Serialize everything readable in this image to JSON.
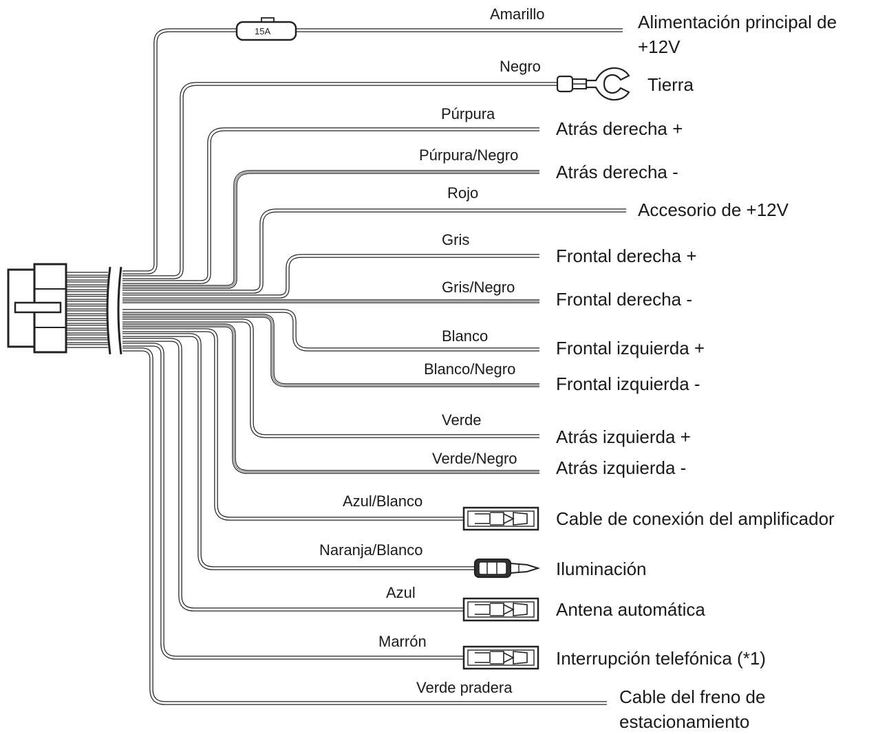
{
  "fuse_rating": "15A",
  "wires": [
    {
      "id": "amarillo",
      "color_label": "Amarillo",
      "function": "Alimentación principal de +12V",
      "end": "fuse-open"
    },
    {
      "id": "negro",
      "color_label": "Negro",
      "function": "Tierra",
      "end": "ring-terminal"
    },
    {
      "id": "purpura",
      "color_label": "Púrpura",
      "function": "Atrás derecha +",
      "end": "open"
    },
    {
      "id": "purpura-negro",
      "color_label": "Púrpura/Negro",
      "function": "Atrás derecha -",
      "end": "open"
    },
    {
      "id": "rojo",
      "color_label": "Rojo",
      "function": "Accesorio de +12V",
      "end": "open"
    },
    {
      "id": "gris",
      "color_label": "Gris",
      "function": "Frontal derecha +",
      "end": "open"
    },
    {
      "id": "gris-negro",
      "color_label": "Gris/Negro",
      "function": "Frontal derecha -",
      "end": "open"
    },
    {
      "id": "blanco",
      "color_label": "Blanco",
      "function": "Frontal izquierda +",
      "end": "open"
    },
    {
      "id": "blanco-negro",
      "color_label": "Blanco/Negro",
      "function": "Frontal izquierda -",
      "end": "open"
    },
    {
      "id": "verde",
      "color_label": "Verde",
      "function": "Atrás izquierda +",
      "end": "open"
    },
    {
      "id": "verde-negro",
      "color_label": "Verde/Negro",
      "function": "Atrás izquierda -",
      "end": "open"
    },
    {
      "id": "azul-blanco",
      "color_label": "Azul/Blanco",
      "function": "Cable de conexión del amplificador",
      "end": "female-connector"
    },
    {
      "id": "naranja-blanco",
      "color_label": "Naranja/Blanco",
      "function": "Iluminación",
      "end": "male-connector"
    },
    {
      "id": "azul",
      "color_label": "Azul",
      "function": "Antena automática",
      "end": "female-connector"
    },
    {
      "id": "marron",
      "color_label": "Marrón",
      "function": "Interrupción telefónica (*1)",
      "end": "female-connector"
    },
    {
      "id": "verde-pradera",
      "color_label": "Verde pradera",
      "function": "Cable del freno de estacionamiento",
      "end": "open"
    }
  ],
  "icons": {
    "connector": "wiring-harness-plug-icon",
    "fuse": "fuse-icon",
    "ring_terminal": "ring-terminal-icon",
    "female_connector": "female-bullet-connector-icon",
    "male_connector": "male-bullet-connector-icon"
  }
}
